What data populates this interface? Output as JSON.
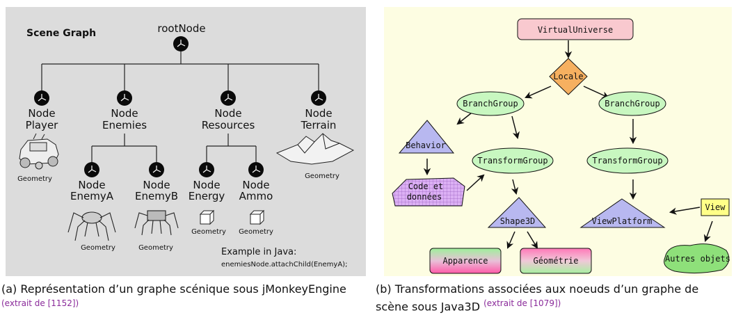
{
  "scene_graph": {
    "title": "Scene Graph",
    "root": "rootNode",
    "nodes": {
      "player": [
        "Node",
        "Player"
      ],
      "enemies": [
        "Node",
        "Enemies"
      ],
      "resources": [
        "Node",
        "Resources"
      ],
      "terrain": [
        "Node",
        "Terrain"
      ],
      "enemyA": [
        "Node",
        "EnemyA"
      ],
      "enemyB": [
        "Node",
        "EnemyB"
      ],
      "energy": [
        "Node",
        "Energy"
      ],
      "ammo": [
        "Node",
        "Ammo"
      ]
    },
    "geometry_label": "Geometry",
    "example_title": "Example in Java:",
    "example_code": "enemiesNode.attachChild(EnemyA);"
  },
  "java3d": {
    "virtual_universe": "VirtualUniverse",
    "locale": "Locale",
    "branch_group": "BranchGroup",
    "behavior": "Behavior",
    "transform_group": "TransformGroup",
    "code_line1": "Code et",
    "code_line2": "données",
    "shape3d": "Shape3D",
    "view_platform": "ViewPlatform",
    "view": "View",
    "appearance": "Apparence",
    "geometry": "Géométrie",
    "other_objects": "Autres objets"
  },
  "captions": {
    "a_text": "(a) Représentation d’un graphe scénique sous jMonkeyEngine",
    "a_ref": "(extrait de [1152])",
    "b_text": "(b) Transformations associées aux noeuds d’un graphe de scène sous Java3D",
    "b_ref": "(extrait de [1079])"
  },
  "colors": {
    "left_bg": "#dcdcdc",
    "right_bg": "#fdfde2",
    "virtual_universe_fill": "#f9c9cf",
    "locale_fill": "#f6b060",
    "ellipse_fill": "#c8f7c0",
    "triangle_fill": "#b8b8f0",
    "code_fill": "#d8a8f0",
    "view_fill": "#ffff88",
    "other_fill": "#8ee07a",
    "caption_ref": "#8a2a9a"
  }
}
